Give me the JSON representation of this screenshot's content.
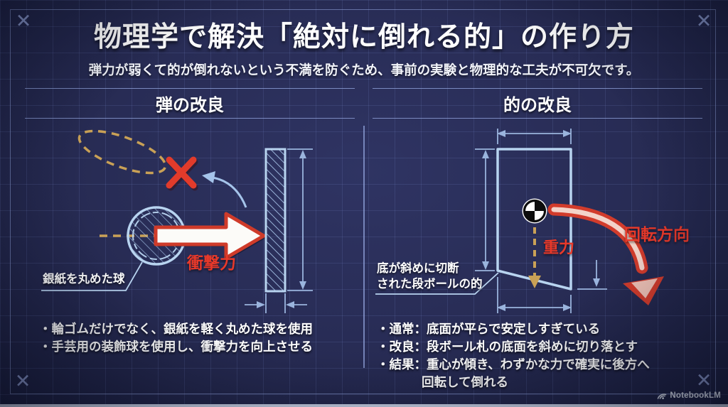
{
  "page": {
    "title": "物理学で解決「絶対に倒れる的」の作り方",
    "subtitle": "弾力が弱くて的が倒れないという不満を防ぐため、事前の実験と物理的な工夫が不可欠です。"
  },
  "colors": {
    "background_navy": "#282c55",
    "blueprint_line": "#96a8e1",
    "diagram_blue": "#b8d4f0",
    "dashed_tan": "#c9a156",
    "accent_red": "#e8392a",
    "arrow_red": "#d23c2c"
  },
  "left_section": {
    "header": "弾の改良",
    "diagram": {
      "ball_label": "銀紙を丸めた球",
      "force_label": "衝撃力"
    },
    "bullets": [
      "・輪ゴムだけでなく、銀紙を軽く丸めた球を使用",
      "・手芸用の装飾球を使用し、衝撃力を向上させる"
    ]
  },
  "right_section": {
    "header": "的の改良",
    "diagram": {
      "target_label_line1": "底が斜めに切断",
      "target_label_line2": "された段ボールの的",
      "gravity_label": "重力",
      "rotation_label": "回転方向"
    },
    "bullets": [
      "・通常：底面が平らで安定しすぎている",
      "・改良：段ボール札の底面を斜めに切り落とす",
      "・結果：重心が傾き、わずかな力で確実に後方へ",
      "回転して倒れる"
    ]
  },
  "corner_mark": "✕",
  "footer": {
    "brand": "NotebookLM"
  }
}
